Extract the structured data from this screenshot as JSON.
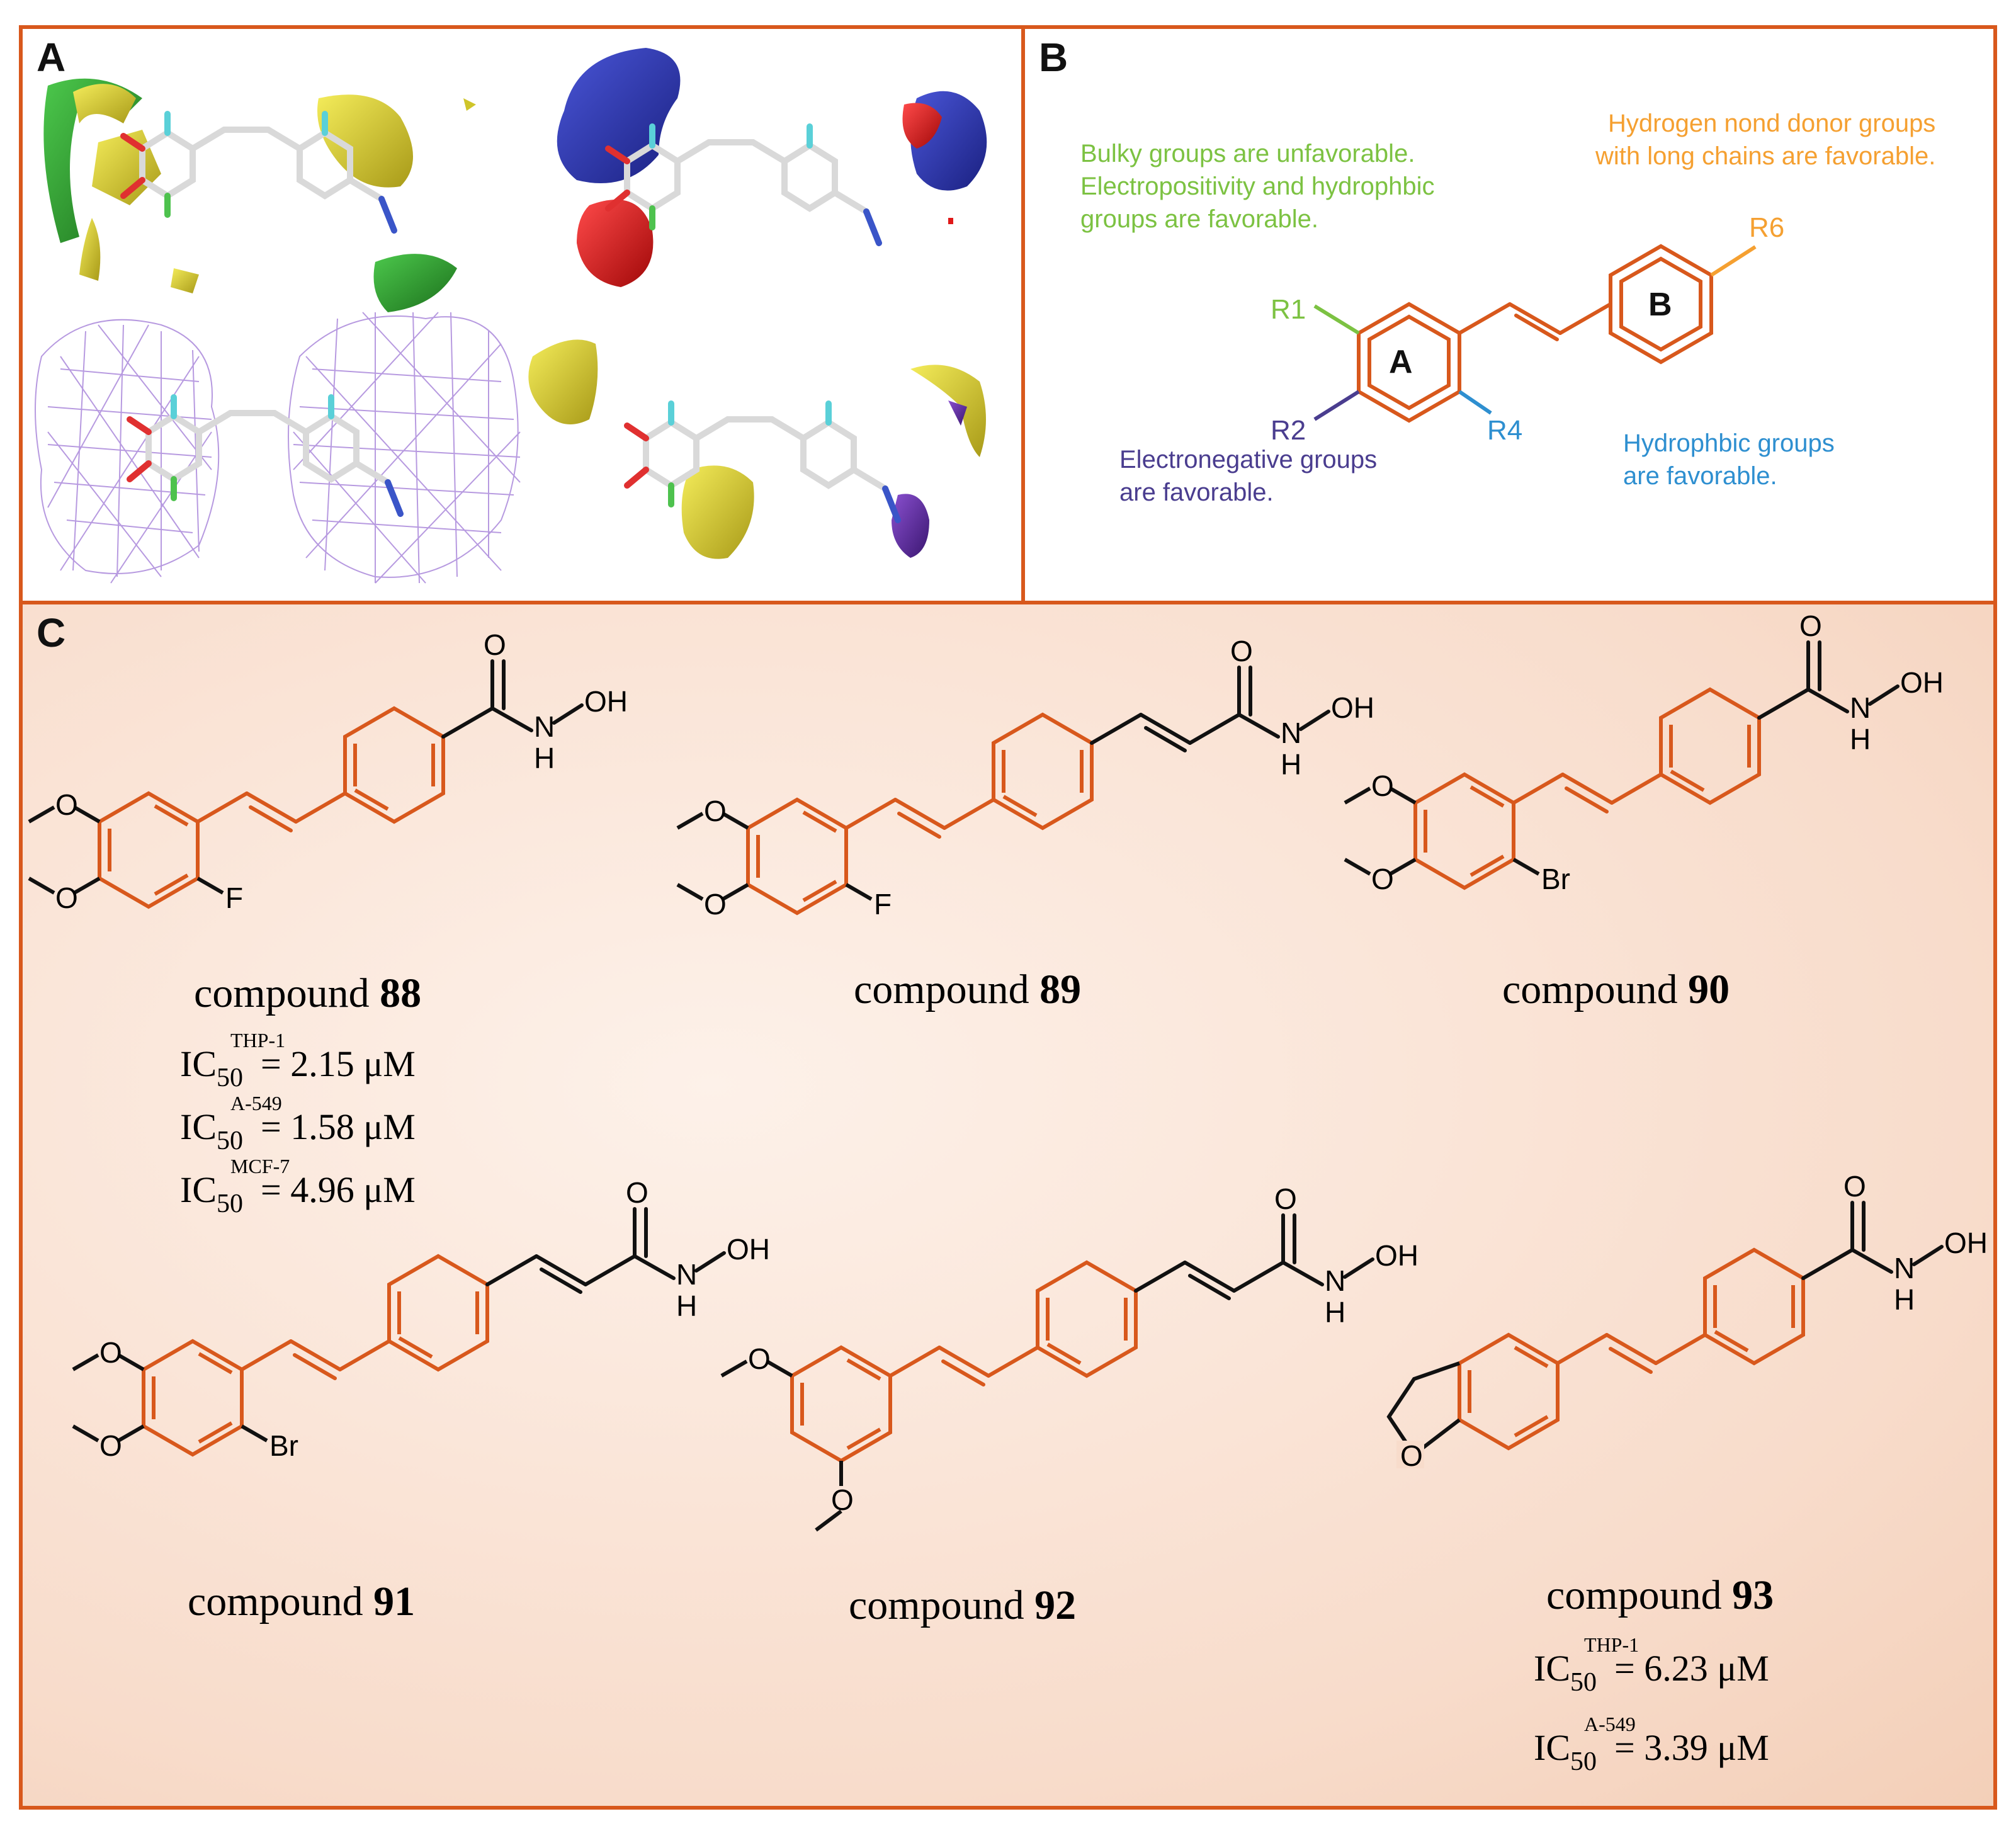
{
  "panels": {
    "a": {
      "label": "A"
    },
    "b": {
      "label": "B",
      "note_green": "Bulky groups are unfavorable.\nElectropositivity and hydrophbic\ngroups are favorable.",
      "note_orange": "Hydrogen nond donor groups\nwith long chains are favorable.",
      "note_purple": "Electronegative groups\nare favorable.",
      "note_blue": "Hydrophbic groups\nare favorable.",
      "ring_a": "A",
      "ring_b": "B",
      "r1": "R1",
      "r2": "R2",
      "r4": "R4",
      "r6": "R6"
    },
    "c": {
      "label": "C"
    }
  },
  "atoms": {
    "oxygen": "O",
    "hydroxyl": "OH",
    "nh": "H",
    "n": "N",
    "fluorine": "F",
    "bromine": "Br"
  },
  "compounds": [
    {
      "prefix": "compound ",
      "number": "88",
      "ic50": [
        {
          "base": "IC",
          "sub": "50",
          "sup": "THP-1",
          "value": "= 2.15 μM"
        },
        {
          "base": "IC",
          "sub": "50",
          "sup": "A-549",
          "value": "= 1.58 μM"
        },
        {
          "base": "IC",
          "sub": "50",
          "sup": "MCF-7",
          "value": "= 4.96 μM"
        }
      ]
    },
    {
      "prefix": "compound ",
      "number": "89",
      "ic50": []
    },
    {
      "prefix": "compound ",
      "number": "90",
      "ic50": []
    },
    {
      "prefix": "compound ",
      "number": "91",
      "ic50": []
    },
    {
      "prefix": "compound ",
      "number": "92",
      "ic50": []
    },
    {
      "prefix": "compound ",
      "number": "93",
      "ic50": [
        {
          "base": "IC",
          "sub": "50",
          "sup": "THP-1",
          "value": "= 6.23 μM"
        },
        {
          "base": "IC",
          "sub": "50",
          "sup": "A-549",
          "value": "= 3.39 μM"
        }
      ]
    }
  ],
  "colors": {
    "border": "#d8581c",
    "scaffold": "#d8581c",
    "bond_black": "#111111",
    "note_green": "#7cc242",
    "note_orange": "#f5a031",
    "note_purple": "#4a3d8f",
    "note_blue": "#2e8fd0",
    "field_yellow": "#d4c830",
    "field_green": "#2e9e2e",
    "field_blue": "#2c36b0",
    "field_red": "#e01818",
    "field_purple": "#5a2a90",
    "mesh_lilac": "#b79ae0"
  }
}
